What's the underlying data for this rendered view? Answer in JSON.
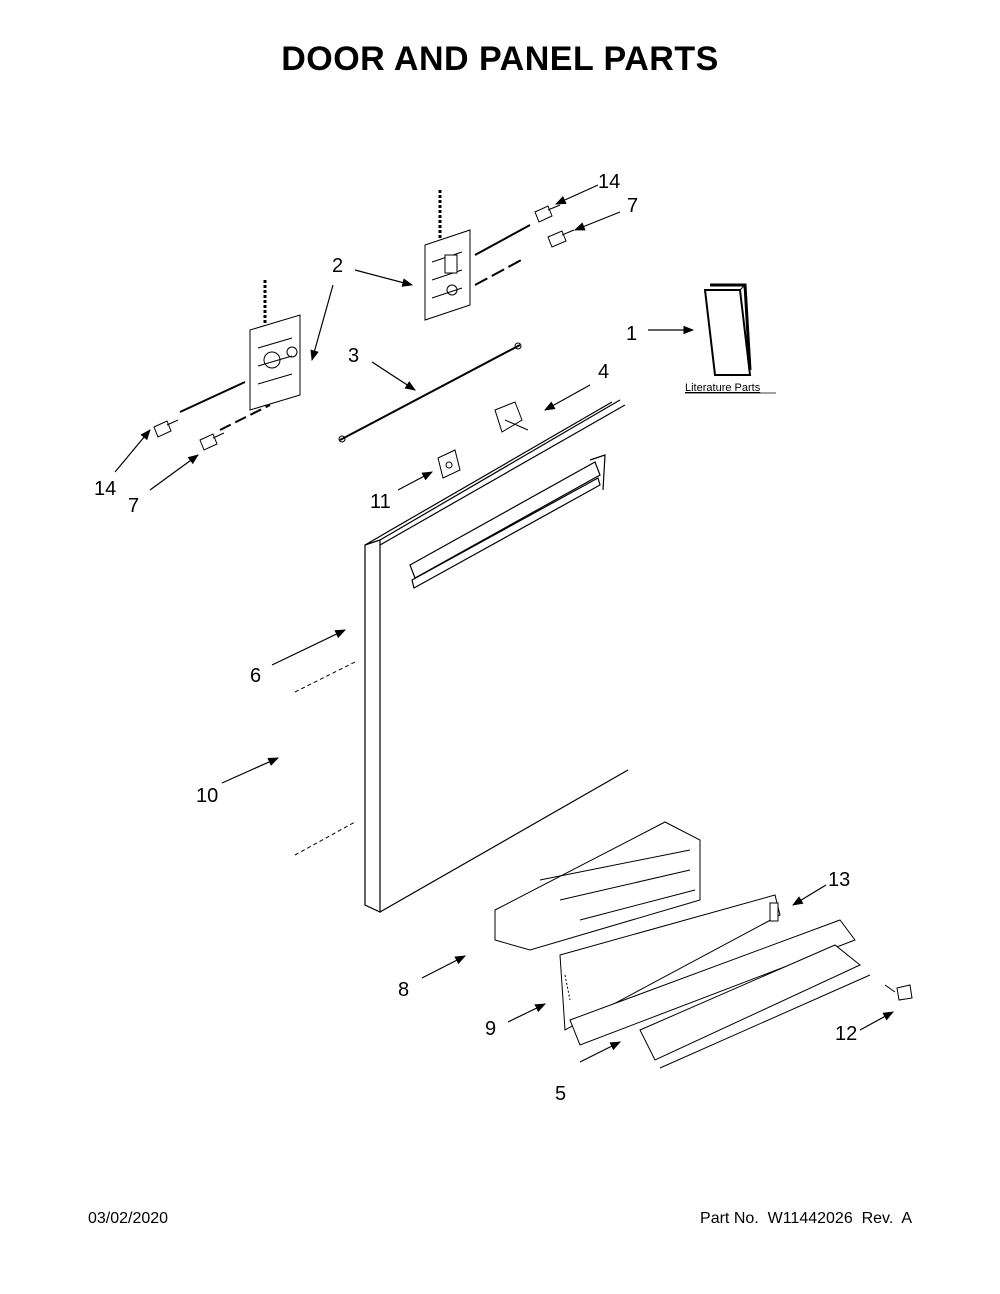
{
  "title": "DOOR AND PANEL PARTS",
  "footer": {
    "date": "03/02/2020",
    "part_info": "Part No.  W11442026  Rev.  A"
  },
  "literature_label": "Literature Parts",
  "callouts": {
    "c1": "1",
    "c2": "2",
    "c3": "3",
    "c4": "4",
    "c5": "5",
    "c6": "6",
    "c7a": "7",
    "c7b": "7",
    "c8": "8",
    "c9": "9",
    "c10": "10",
    "c11": "11",
    "c12": "12",
    "c13": "13",
    "c14a": "14",
    "c14b": "14"
  }
}
